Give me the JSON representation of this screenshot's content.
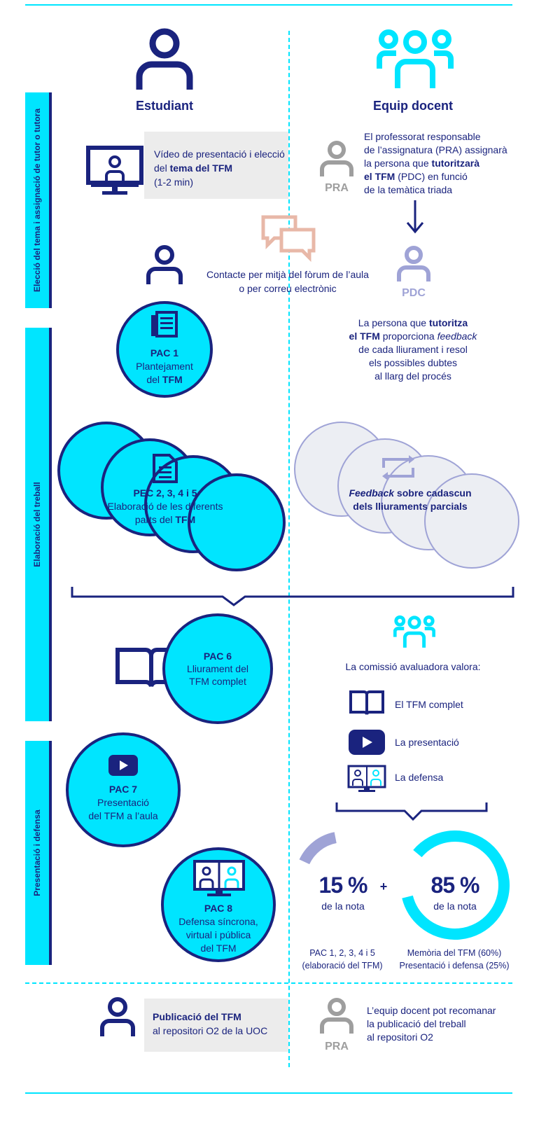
{
  "columns": {
    "student": "Estudiant",
    "team": "Equip docent"
  },
  "phases": {
    "p1": "Elecció del tema i assignació de tutor o tutora",
    "p2": "Elaboració del treball",
    "p3": "Presentació i defensa"
  },
  "step1": {
    "video_pre": "Vídeo de presentació i elecció del ",
    "video_bold": "tema del TFM",
    "video_post": "(1-2 min)",
    "pra_l1": "El professorat responsable",
    "pra_l2": "de l’assignatura (PRA) assignarà",
    "pra_l3a": "la persona que ",
    "pra_l3b": "tutoritzarà",
    "pra_l4a": "el TFM",
    "pra_l4b": " (PDC) en funció",
    "pra_l5": "de la temàtica triada",
    "pra_label": "PRA",
    "pdc_label": "PDC",
    "contact_l1": "Contacte per mitjà del fòrum de l’aula",
    "contact_l2": "o per correu electrònic"
  },
  "pac1": {
    "title": "PAC 1",
    "l1": "Plantejament",
    "l2a": "del ",
    "l2b": "TFM"
  },
  "tutor": {
    "l1a": "La persona que ",
    "l1b": "tutoritza",
    "l2a": "el TFM",
    "l2b": " proporciona ",
    "l2c": "feedback",
    "l3": "de cada lliurament  i resol",
    "l4": "els possibles dubtes",
    "l5": "al llarg del procés"
  },
  "pec": {
    "title": "PEC 2, 3, 4 i 5",
    "l1": "Elaboració de les diferents",
    "l2a": "parts del ",
    "l2b": "TFM"
  },
  "feedback": {
    "l1a": "Feedback",
    "l1b": " sobre cadascun",
    "l2": "dels lliuraments parcials"
  },
  "pac6": {
    "title": "PAC 6",
    "l1": "Lliurament del",
    "l2": "TFM complet"
  },
  "commission": {
    "title": "La comissió avaluadora valora:",
    "items": [
      "El TFM complet",
      "La presentació",
      "La defensa"
    ]
  },
  "pac7": {
    "title": "PAC 7",
    "l1": "Presentació",
    "l2": "del TFM a l’aula"
  },
  "pac8": {
    "title": "PAC 8",
    "l1": "Defensa síncrona,",
    "l2": "virtual i pública",
    "l3": "del TFM"
  },
  "grade": {
    "p15": "15 %",
    "p85": "85 %",
    "plus": "+",
    "sub": "de la nota",
    "left_l1": "PAC 1, 2, 3, 4 i 5",
    "left_l2": "(elaboració del TFM)",
    "right_l1": "Memòria del TFM (60%)",
    "right_l2": "Presentació i defensa (25%)",
    "small_share": 15,
    "big_share": 85
  },
  "publication": {
    "bold": "Publicació del TFM",
    "l2": "al repositori O2 de la UOC",
    "r1": "L’equip docent pot recomanar",
    "r2": "la publicació del treball",
    "r3": "al repositori O2",
    "pra_label": "PRA"
  },
  "colors": {
    "navy": "#1a237e",
    "cyan": "#00e5ff",
    "lavender": "#9fa3d6",
    "salmon": "#e8b8a8",
    "gray": "#9e9e9e"
  }
}
